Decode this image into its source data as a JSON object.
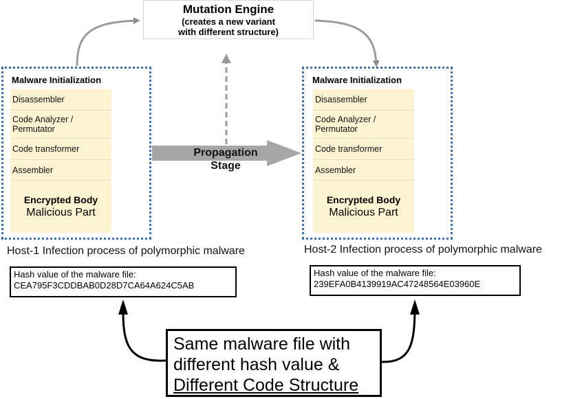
{
  "engine": {
    "title": "Mutation Engine",
    "subtitle": "(creates a new variant\nwith different structure)"
  },
  "propagation": {
    "label": "Propagation\nStage"
  },
  "hosts": [
    {
      "title": "Malware Initialization",
      "stack": [
        "Disassembler",
        "Code Analyzer /\n Permutator",
        "Code transformer",
        "Assembler"
      ],
      "body_title": "Encrypted Body",
      "body_sub": "Malicious Part",
      "caption": "Host-1 Infection process of polymorphic malware",
      "hash_label": "Hash value of the malware file:",
      "hash_value": "CEA795F3CDDBAB0D28D7CA64A624C5AB"
    },
    {
      "title": "Malware Initialization",
      "stack": [
        "Disassembler",
        "Code Analyzer /\n Permutator",
        "Code transformer",
        "Assembler"
      ],
      "body_title": "Encrypted Body",
      "body_sub": "Malicious Part",
      "caption": "Host-2 Infection process of polymorphic malware",
      "hash_label": "Hash value of the malware file:",
      "hash_value": "239EFA0B4139919AC47248564E03960E"
    }
  ],
  "callout": {
    "line1": "Same malware file with",
    "line2": "different hash value &",
    "line3": "Different Code Structure"
  },
  "colors": {
    "dotted_border": "#3f6fa8",
    "stack_fill": "#fdf2d1",
    "arrow_gray": "#a6a6a6"
  }
}
